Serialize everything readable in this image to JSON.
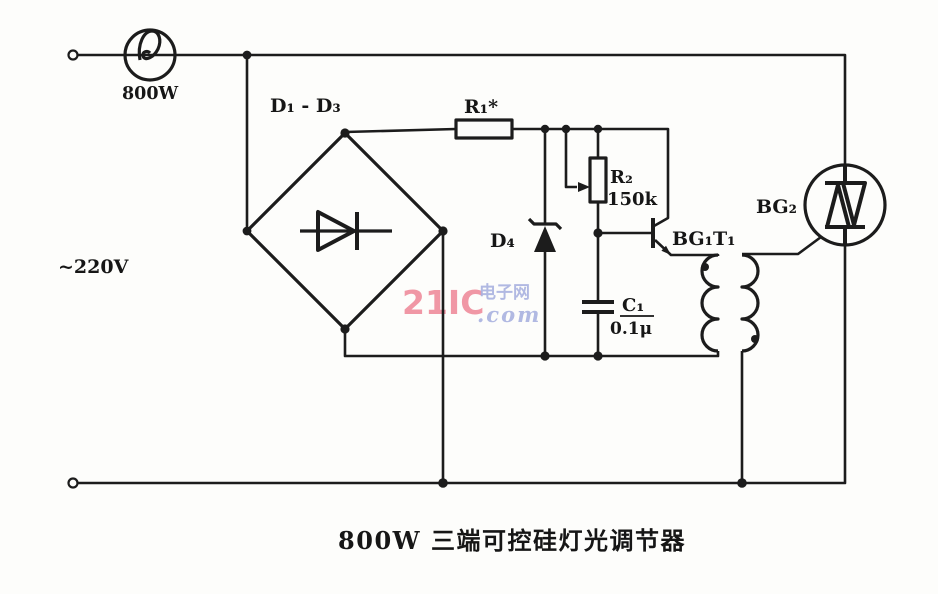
{
  "caption": "800W 三端可控硅灯光调节器",
  "power": {
    "source_voltage": "~220V",
    "lamp_power": "800W"
  },
  "components": {
    "bridge": {
      "label": "D₁ - D₃"
    },
    "r1": {
      "label": "R₁*"
    },
    "r2": {
      "label": "R₂",
      "value": "150k"
    },
    "zener": {
      "label": "D₄"
    },
    "c1": {
      "label": "C₁",
      "value": "0.1μ"
    },
    "transistor": {
      "label": "BG₁T₁"
    },
    "triac": {
      "label": "BG₂"
    }
  },
  "watermark": {
    "brand": "21IC",
    "site_cn": "电子网",
    "domain": ".com"
  },
  "colors": {
    "ink": "#1c1c1c",
    "background": "#fdfdfb",
    "watermark_brand": "#ef8d9c",
    "watermark_site": "#a9b2e0"
  }
}
